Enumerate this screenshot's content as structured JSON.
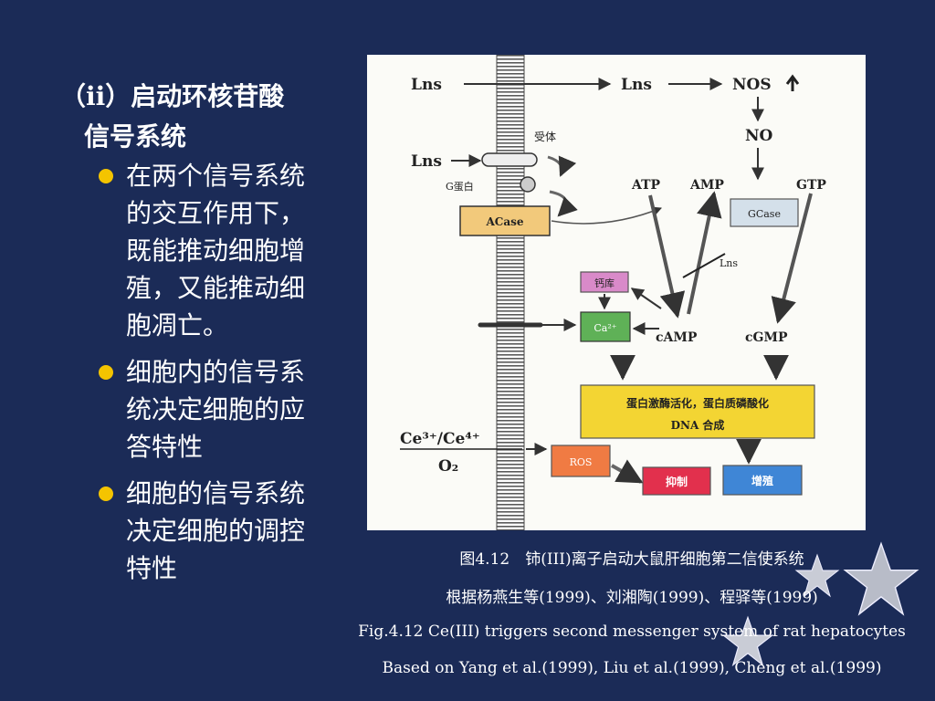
{
  "heading": {
    "line1": "（ii）启动环核苷酸",
    "line2": "信号系统"
  },
  "bullets": [
    {
      "text": "在两个信号系统的交互作用下，既能推动细胞增殖，又能推动细胞凋亡。"
    },
    {
      "text": "细胞内的信号系统决定细胞的应答特性"
    },
    {
      "text": "细胞的信号系统决定细胞的调控特性"
    }
  ],
  "diagram": {
    "lns_top_left": "Lns",
    "lns_top_mid": "Lns",
    "nos": "NOS",
    "no": "NO",
    "receptor": "受体",
    "lns_receptor": "Lns",
    "g_protein": "G蛋白",
    "acase": "ACase",
    "atp": "ATP",
    "amp": "AMP",
    "gtp": "GTP",
    "gcase": "GCase",
    "lns_inhibit": "Lns",
    "ca_store": "钙库",
    "ca_ion": "Ca²⁺",
    "camp": "cAMP",
    "cgmp": "cGMP",
    "effect_line1": "蛋白激酶活化，蛋白质磷酸化",
    "effect_line2": "DNA 合成",
    "ce_label": "Ce³⁺/Ce⁴⁺",
    "o2": "O₂",
    "ros": "ROS",
    "inhibit": "抑制",
    "proliferate": "增殖",
    "colors": {
      "acase": "#f2c97b",
      "gcase": "#d4e0ea",
      "ca_store": "#d98ac9",
      "ca_ion": "#5fb157",
      "effect": "#f3d533",
      "ros": "#f07b43",
      "inhibit": "#e2304d",
      "proliferate": "#3f86d6"
    }
  },
  "captions": {
    "line1": "图4.12　铈(III)离子启动大鼠肝细胞第二信使系统",
    "line2": "根据杨燕生等(1999)、刘湘陶(1999)、程驿等(1999)",
    "line3": "Fig.4.12  Ce(III) triggers second messenger system of rat hepatocytes",
    "line4": "Based on Yang et al.(1999), Liu et al.(1999), Cheng et al.(1999)"
  }
}
